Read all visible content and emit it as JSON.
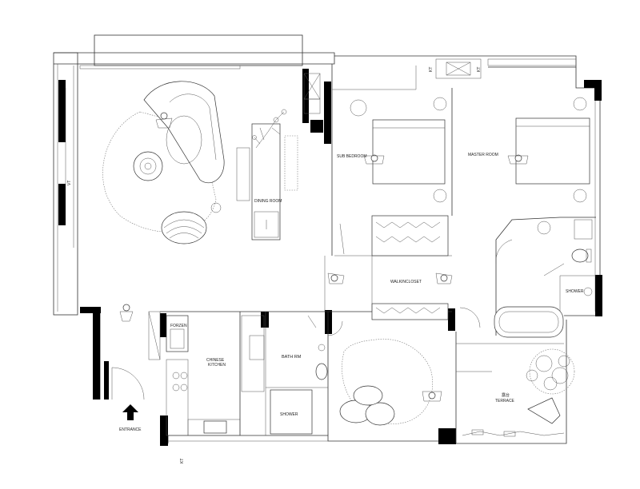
{
  "labels": {
    "living_mark": "VT",
    "dining_room": "DINING ROOM",
    "sub_bedroom": "SUB BEDROOM",
    "master_room": "MASTER ROOM",
    "walk_in_closet": "WALKINCLOSET",
    "frozen": "FORZEN",
    "chinese_kitchen": "CHINESE\nKITCHEN",
    "bath_rm": "BATH RM",
    "shower_1": "SHOWER",
    "shower_2": "SHOWER",
    "entrance": "ENTRANCE",
    "terrace_cn": "露台",
    "terrace": "TERRACE",
    "kt_top": "KT",
    "kt_bottom": "KT"
  }
}
